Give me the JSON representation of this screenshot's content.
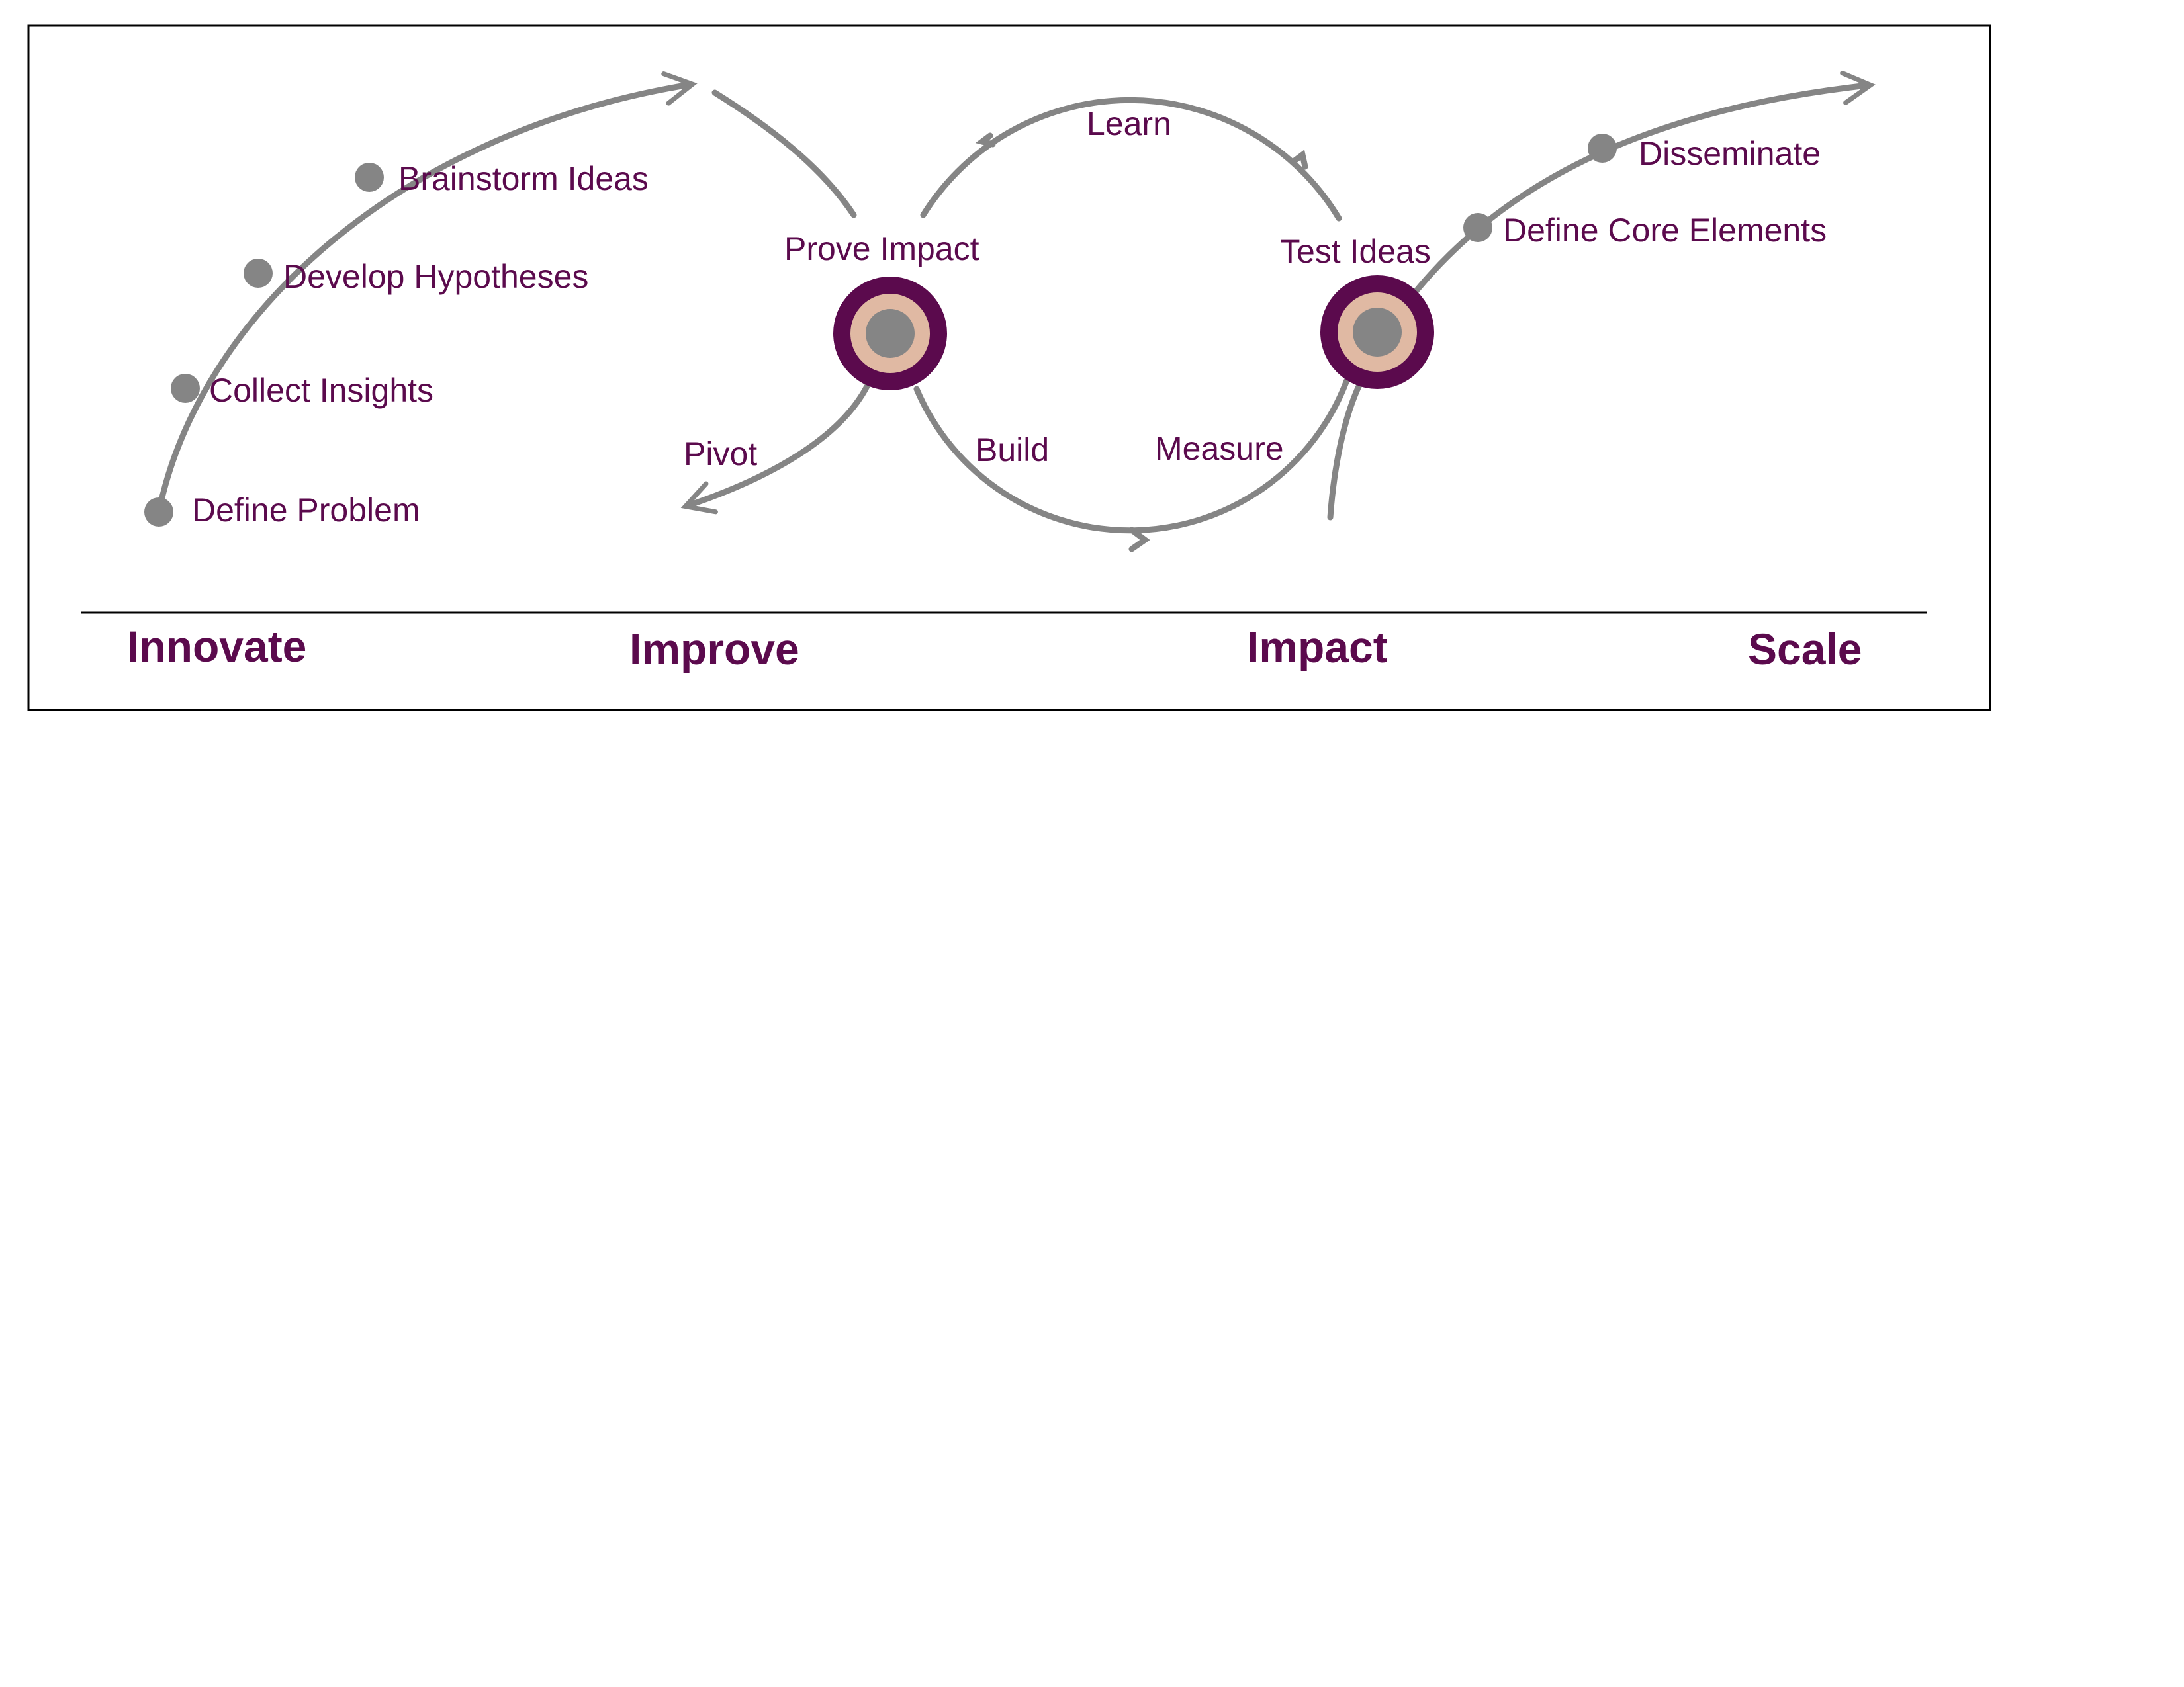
{
  "stages": {
    "innovate": {
      "title": "Innovate",
      "steps": [
        "Define Problem",
        "Collect Insights",
        "Develop Hypotheses",
        "Brainstorm Ideas"
      ]
    },
    "improve": {
      "title": "Improve",
      "node_label": "Prove Impact",
      "pivot_label": "Pivot"
    },
    "cycle": {
      "top_label": "Learn",
      "bottom_left_label": "Build",
      "bottom_right_label": "Measure"
    },
    "impact": {
      "title": "Impact",
      "node_label": "Test Ideas"
    },
    "scale": {
      "title": "Scale",
      "steps": [
        "Define Core Elements",
        "Disseminate"
      ]
    }
  },
  "colors": {
    "text": "#5b0a4d",
    "node_outer": "#5b0a4d",
    "node_middle": "#e0b9a3",
    "node_inner": "#858585",
    "arrow": "#858585",
    "frame": "#000000"
  }
}
